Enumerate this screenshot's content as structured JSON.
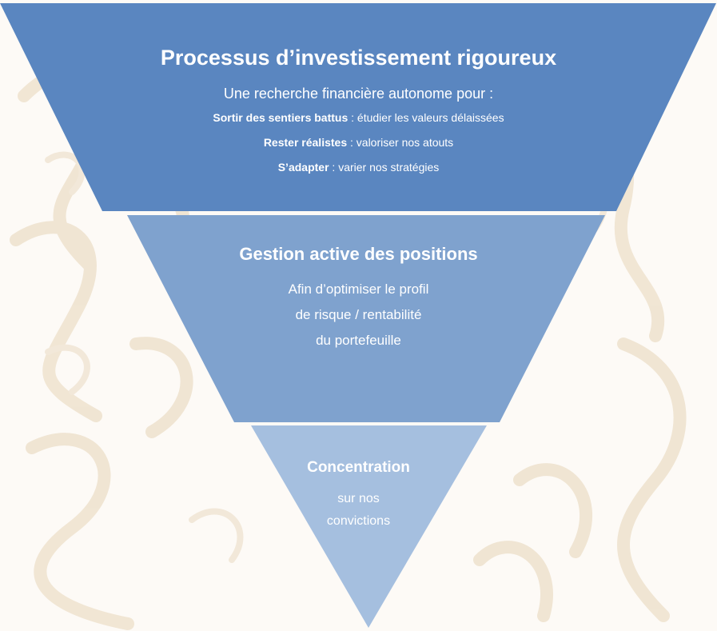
{
  "colors": {
    "background": "#fdfaf6",
    "watermark": "#efe3d0",
    "layer_top": "#5a86c0",
    "layer_middle": "#7fa2ce",
    "layer_bottom": "#a5bfdf",
    "text": "#ffffff"
  },
  "layers": [
    {
      "title": "Processus d’investissement rigoureux",
      "intro": "Une recherche financière autonome pour :",
      "items": [
        {
          "label": "Sortir des sentiers battus",
          "text": " : étudier les valeurs délaissées"
        },
        {
          "label": "Rester réalistes",
          "text": " : valoriser nos atouts"
        },
        {
          "label": "S’adapter",
          "text": " : varier nos stratégies"
        }
      ]
    },
    {
      "title": "Gestion active des positions",
      "lines": [
        "Afin d’optimiser le profil",
        "de risque / rentabilité",
        "du portefeuille"
      ]
    },
    {
      "title": "Concentration",
      "lines": [
        "sur nos",
        "convictions"
      ]
    }
  ]
}
